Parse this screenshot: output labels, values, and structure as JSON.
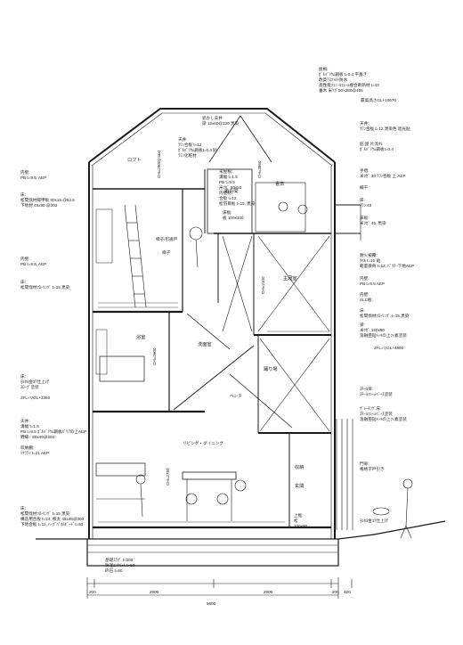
{
  "annotations": {
    "roof": [
      "屋根:",
      "ｶﾞﾙﾊﾞﾘｳﾑ鋼板 t=0.4 平葺き",
      "改質ｱｽﾌｧﾙﾄ防水",
      "高性能ﾌｪﾉｰﾙﾌｫｰﾑ複合断熱材 t=43",
      "垂木 米ﾂｶﾞ50×280@455"
    ],
    "top_level": "最高高さGL+10670",
    "ceiling_top": [
      "天井:",
      "ﾗﾜﾝ合板 t=12 黒染色 遮光貼"
    ],
    "ceiling_wood": [
      "遮かし天井",
      "梁 12x60@120 黒染",
      "天井:",
      "ﾗﾜﾝ合板 t=12",
      "ｶﾞﾙﾊﾞﾘｳﾑ鋼板t=0.4 貼",
      "ﾗﾜﾝ化粧材"
    ],
    "loft": "ロフト",
    "balcony": [
      "庇 屋 片流れ",
      "ｶﾞﾙﾊﾞﾘｳﾑ鋼板t=0.4"
    ],
    "handrail": [
      "手摺:",
      "米ﾂｶﾞ 30 ﾗﾜﾝ合板 上 AEP"
    ],
    "banister": "欄干",
    "floor_r": [
      "床:",
      "ﾗﾜﾝ 40"
    ],
    "floor_r2": [
      "床板:",
      "米ﾂｶﾞ 45, 黒染"
    ],
    "wall_inner_top": [
      "内壁:",
      "PB t=9.5, AEP"
    ],
    "floor_loft": [
      "床:",
      "松間伐材縁甲板 80x15 @92.5",
      "下地材 45x90 @303"
    ],
    "atrium": [
      "米屋根:",
      "溝幅 t=1.5",
      "PB t=9.5",
      "米ﾂｶﾞ 50x50",
      "内壁材:",
      "合板 t=12",
      "松羽目板 t=15, 黒染"
    ],
    "stair_room": "吹抜",
    "void_label": "遊の間",
    "room_right": "書斎",
    "floor_sw": [
      "床板:",
      "板 100x100"
    ],
    "dims": [
      "CH=2900(max)",
      "CH=3860",
      "CH=2100",
      "CH=2600",
      "CH=2780"
    ],
    "ladder": [
      "梯子/引違戸",
      "梯子"
    ],
    "wall_left2": [
      "内壁:",
      "PB t=9.5, AEP"
    ],
    "floor_left2": [
      "床:",
      "松間伐材ﾌﾛｰﾘﾝｸﾞ t=15 黒染"
    ],
    "fire_wall": [
      "耐火被覆:",
      "ﾀｲﾙ t=10 貼",
      "軽量鉄骨 t=12, ﾊﾞﾘｱｰ下地AEP"
    ],
    "wall_mid_r": [
      "内壁:",
      "ALC板:"
    ],
    "inner_r": [
      "内壁:",
      "PB t=9.5 AEP"
    ],
    "bedroom": "主寝室",
    "floor_right_mid": [
      "床:",
      "松間伐材ﾌﾛｰﾘﾝｸﾞ t=15 黒染"
    ],
    "steel_mid": [
      "梁:",
      "米ﾂｶﾞ 150x90",
      "溶融亜鉛ﾒｯｷの上ﾌｯ素塗装"
    ],
    "level_2fl_r": "2FL=▽GL+4800",
    "bath": "浴室",
    "wash": "洗面室",
    "dance": "踊り場",
    "wall_lower_l": [
      "床:",
      "ﾓﾙﾀﾙ金ｺﾃ仕上げ",
      "ｽﾛｰﾌﾟ塗装"
    ],
    "level_2fl_l": "2FL=▽GL+3350",
    "stair_beam": [
      "ｽﾁｰﾙ梁:",
      "ｽﾁｰﾙﾌﾚｰﾑﾍﾞｰｽ塗装"
    ],
    "grating": [
      "ｸﾞﾚｰﾁﾝｸﾞ床:",
      "ｽﾁｰﾙﾌﾚｰﾑﾍﾞｰｽ塗装",
      "溶融亜鉛ﾒｯｷの上ﾌｯ素塗装"
    ],
    "bench": "ベンチ",
    "ceiling_left1": [
      "天井:",
      "溝幅 t=1.5",
      "PB t=9.5 ｶﾞﾙﾊﾞﾘｳﾑ鋼板ﾊﾞﾘｱの上AEP",
      "野縁 □30x40@303"
    ],
    "storage_left": [
      "収納棚:",
      "ｼﾅﾗﾜﾝ t=21 AEP"
    ],
    "living": "リビング・ダイニング",
    "storage": "収納",
    "entry": "玄関",
    "door_r": [
      "門扉:",
      "格格子戸引き"
    ],
    "finish_ground": "ﾓﾙﾀﾙ金ｺﾃ仕上げ",
    "floor_ground_l": [
      "床:",
      "松間伐材ﾌﾛｰﾘﾝｸﾞ t=15 黒染",
      "構造用合板 t=24, 根太 45x45@303",
      "下地合板 t=12, ﾊｰﾌﾞﾊﾟﾈﾙﾎﾞｰﾄﾞt=50"
    ],
    "entry_floor": [
      "上框:",
      "松",
      "100x90"
    ],
    "foundation": [
      "基礎ｽﾗﾌﾞ t=200",
      "防湿ｺﾝｸﾘｰﾄ t=50",
      "砕石 t=60"
    ],
    "dimensions": {
      "d1": "200",
      "d2": "2800",
      "d3": "2800",
      "d4": "200",
      "d5": "420",
      "total": "5600"
    }
  },
  "colors": {
    "line": "#1a1a1a",
    "light": "#777777",
    "hatch": "#555555"
  }
}
